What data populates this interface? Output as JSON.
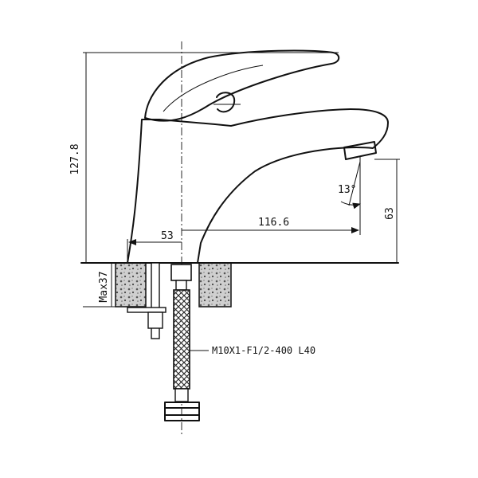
{
  "drawing": {
    "dimensions": {
      "overall_height": "127.8",
      "spout_height": "63",
      "spout_reach": "116.6",
      "base_offset": "53",
      "max_counter_thickness": "Max37",
      "spout_angle": "13°"
    },
    "hose_spec": "M10X1-F1/2-400 L40"
  }
}
